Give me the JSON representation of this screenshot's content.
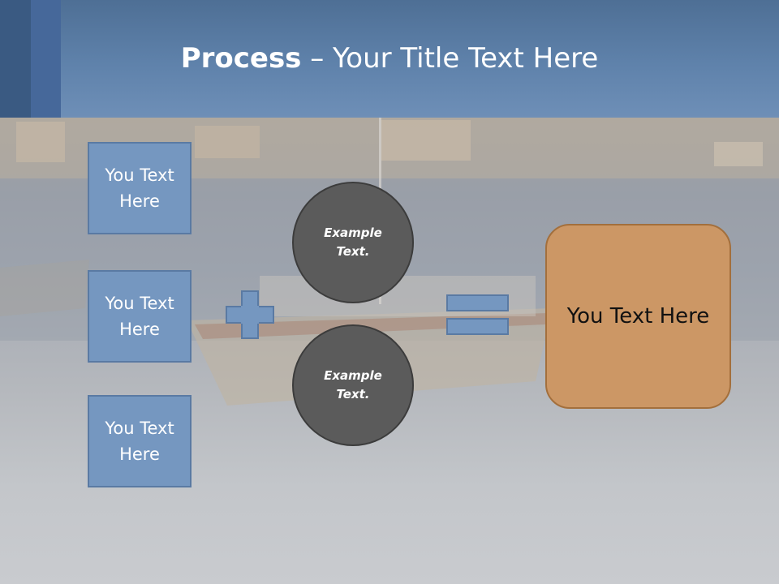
{
  "slide": {
    "title_bold": "Process",
    "title_rest": " – Your Title Text Here",
    "left_boxes": [
      {
        "label": "You Text Here"
      },
      {
        "label": "You Text Here"
      },
      {
        "label": "You Text Here"
      }
    ],
    "circles": [
      {
        "label": "Example Text."
      },
      {
        "label": "Example Text."
      }
    ],
    "result_box": {
      "label": "You Text Here"
    },
    "colors": {
      "header": "#5f82ab",
      "box_fill": "#7597c0",
      "circle_fill": "#5b5b5b",
      "result_fill": "#cc9765"
    },
    "icons": [
      "plus-icon",
      "equals-icon"
    ]
  }
}
